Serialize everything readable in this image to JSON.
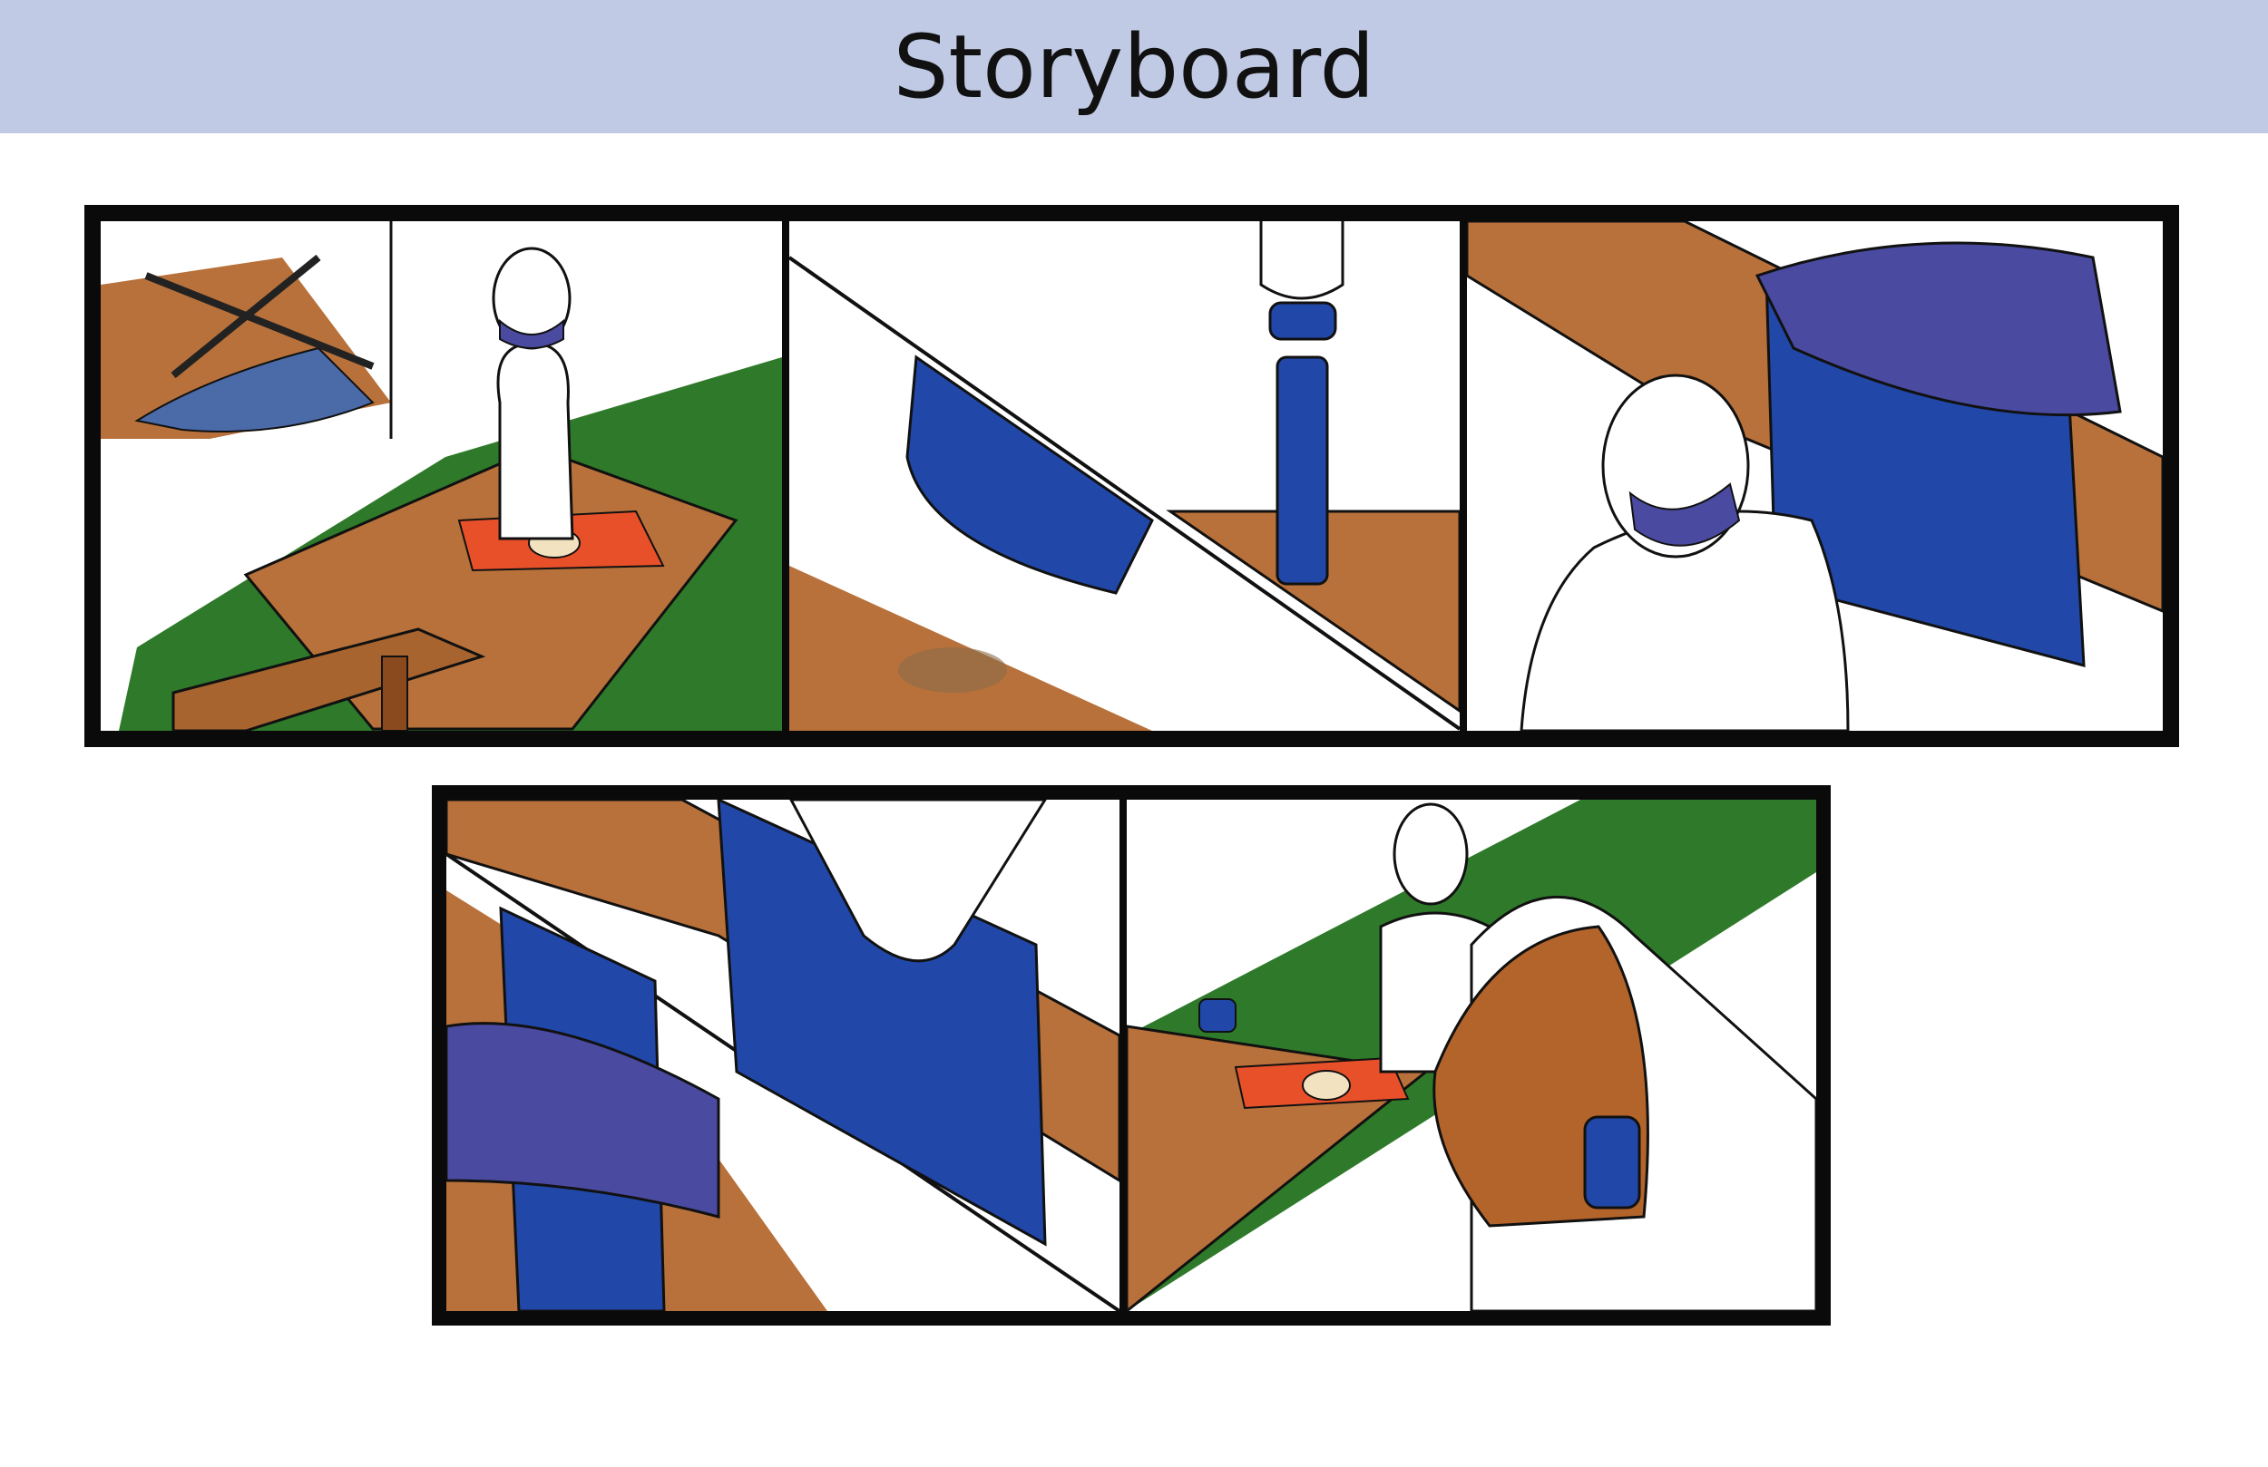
{
  "header": {
    "title": "Storyboard"
  },
  "colors": {
    "header_bg": "#c0cae4",
    "frame": "#0a0a0a",
    "wood": "#b8713a",
    "wood_dark": "#8a4a1e",
    "grass": "#2f7a2a",
    "blue": "#2148a8",
    "mask": "#4a4aa0",
    "placemat": "#e8502a"
  },
  "panels": [
    {
      "id": 1,
      "scene": "masked-person-at-picnic-table",
      "icons": [
        "crossed-out-mask-icon",
        "person-icon",
        "table-icon"
      ]
    },
    {
      "id": 2,
      "scene": "hands-lowering-bottle-onto-table",
      "icons": [
        "bottle-icon",
        "pouch-icon"
      ]
    },
    {
      "id": 3,
      "scene": "person-removing-mask-into-pouch",
      "icons": [
        "mask-icon",
        "pouch-icon",
        "person-icon"
      ]
    },
    {
      "id": 4,
      "scene": "hand-closing-pouch-over-mask",
      "icons": [
        "hand-icon",
        "pouch-icon",
        "mask-icon"
      ]
    },
    {
      "id": 5,
      "scene": "person-with-backpack-holding-pouch",
      "icons": [
        "backpack-icon",
        "pouch-icon",
        "person-icon"
      ]
    }
  ]
}
